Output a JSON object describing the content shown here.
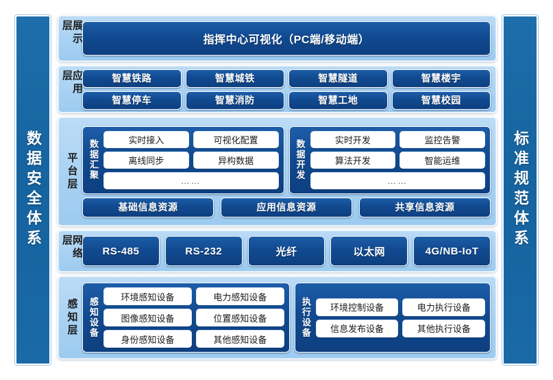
{
  "pillars": {
    "left": {
      "text": "数据安全体系"
    },
    "right": {
      "text": "标准规范体系"
    }
  },
  "layers": {
    "presentation": {
      "label": "展示层",
      "bar": "指挥中心可视化（PC端/移动端）"
    },
    "application": {
      "label": "应用层",
      "row1": [
        "智慧铁路",
        "智慧城铁",
        "智慧隧道",
        "智慧楼宇"
      ],
      "row2": [
        "智慧停车",
        "智慧消防",
        "智慧工地",
        "智慧校园"
      ]
    },
    "platform": {
      "label": "平台层",
      "group_left": {
        "title": "数据汇聚",
        "row1": [
          "实时接入",
          "可视化配置"
        ],
        "row2": [
          "离线同步",
          "异构数据"
        ],
        "more": "……"
      },
      "group_right": {
        "title": "数据开发",
        "row1": [
          "实时开发",
          "监控告警"
        ],
        "row2": [
          "算法开发",
          "智能运维"
        ],
        "more": "……"
      },
      "resources": [
        "基础信息资源",
        "应用信息资源",
        "共享信息资源"
      ]
    },
    "network": {
      "label": "网络层",
      "items": [
        "RS-485",
        "RS-232",
        "光纤",
        "以太网",
        "4G/NB-IoT"
      ]
    },
    "perception": {
      "label": "感知层",
      "group_left": {
        "title": "感知设备",
        "row1": [
          "环境感知设备",
          "电力感知设备"
        ],
        "row2": [
          "图像感知设备",
          "位置感知设备"
        ],
        "row3": [
          "身份感知设备",
          "其他感知设备"
        ]
      },
      "group_right": {
        "title": "执行设备",
        "row1": [
          "环境控制设备",
          "电力执行设备"
        ],
        "row2": [
          "信息发布设备",
          "其他执行设备"
        ]
      }
    }
  },
  "colors": {
    "panel_light_blue": "#a8d1f2",
    "pill_dark_blue": "#114a90",
    "pillar_blue": "#15639f",
    "chip_white": "#ffffff",
    "text_dark": "#1c1c1c"
  }
}
